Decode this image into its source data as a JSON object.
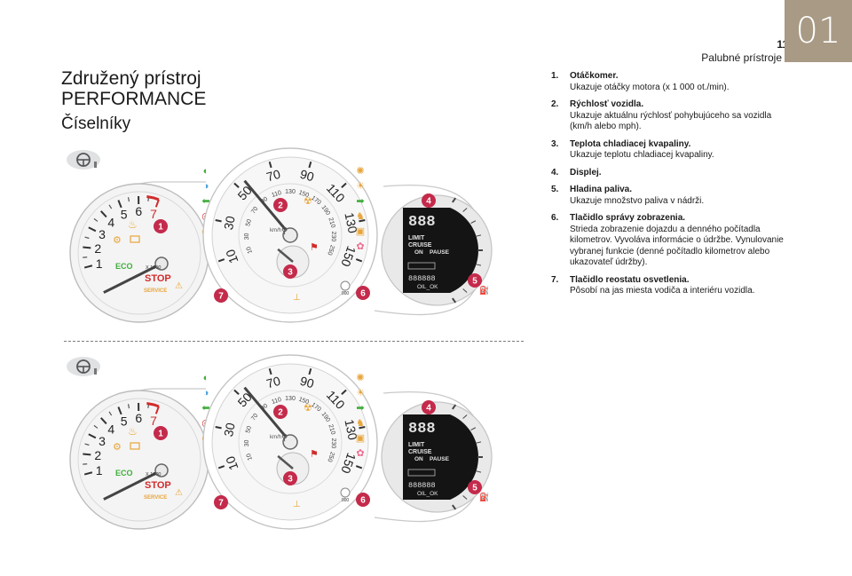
{
  "header": {
    "page_number": "11",
    "running_title": "Palubné prístroje",
    "chapter": "01"
  },
  "title": {
    "line1": "Združený prístroj",
    "line2": "PERFORMANCE",
    "subtitle": "Číselníky"
  },
  "items": [
    {
      "num": "1.",
      "title": "Otáčkomer.",
      "desc": "Ukazuje otáčky motora (x 1 000 ot./min)."
    },
    {
      "num": "2.",
      "title": "Rýchlosť vozidla.",
      "desc": "Ukazuje aktuálnu rýchlosť pohybujúceho sa vozidla (km/h alebo mph)."
    },
    {
      "num": "3.",
      "title": "Teplota chladiacej kvapaliny.",
      "desc": "Ukazuje teplotu chladiacej kvapaliny."
    },
    {
      "num": "4.",
      "title": "Displej.",
      "desc": ""
    },
    {
      "num": "5.",
      "title": "Hladina paliva.",
      "desc": "Ukazuje množstvo paliva v nádrži."
    },
    {
      "num": "6.",
      "title": "Tlačidlo správy zobrazenia.",
      "desc": "Strieda zobrazenie dojazdu a denného počítadla kilometrov. Vyvoláva informácie o údržbe. Vynulovanie vybranej funkcie (denné počítadlo kilometrov alebo ukazovateľ údržby)."
    },
    {
      "num": "7.",
      "title": "Tlačidlo reostatu osvetlenia.",
      "desc": "Pôsobí na jas miesta vodiča a interiéru vozidla."
    }
  ],
  "cluster": {
    "tach_ticks": [
      "1",
      "2",
      "3",
      "4",
      "5",
      "6",
      "7"
    ],
    "tach_unit": "X 1000",
    "stop_label": "STOP",
    "service_label": "SERVICE",
    "eco_label": "ECO",
    "speed_outer": [
      "10",
      "30",
      "50",
      "70",
      "90",
      "110",
      "130",
      "150"
    ],
    "speed_inner": [
      "10",
      "30",
      "50",
      "70",
      "90",
      "110",
      "130",
      "150",
      "170",
      "190",
      "210",
      "230",
      "250"
    ],
    "display_digits": "888",
    "display_limit": "LIMIT",
    "display_cruise": "CRUISE",
    "display_on": "ON",
    "display_pause": "PAUSE",
    "display_odo": "888888",
    "display_oil": "OIL_OK",
    "reset_label": "000",
    "callouts": [
      "1",
      "2",
      "3",
      "4",
      "5",
      "6",
      "7"
    ]
  },
  "colors": {
    "chapter_tab": "#a89a84",
    "callout": "#c42a4b",
    "redline": "#d22b2b",
    "warning": "#e8a53a",
    "indicator_green": "#3fae3a"
  }
}
